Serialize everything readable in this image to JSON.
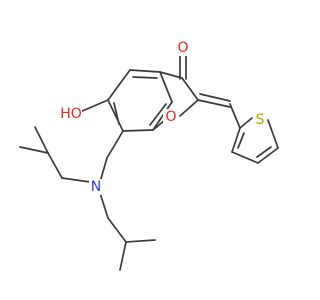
{
  "molecule": {
    "atoms": {
      "O_ketone": "O",
      "O_hydroxy": "HO",
      "O_furan": "O",
      "N_amine": "N",
      "S_thiophene": "S"
    }
  },
  "colors": {
    "bond": "#3a3a3a",
    "oxygen": "#e8281c",
    "nitrogen": "#2b3fd6",
    "sulfur": "#b8a800"
  }
}
